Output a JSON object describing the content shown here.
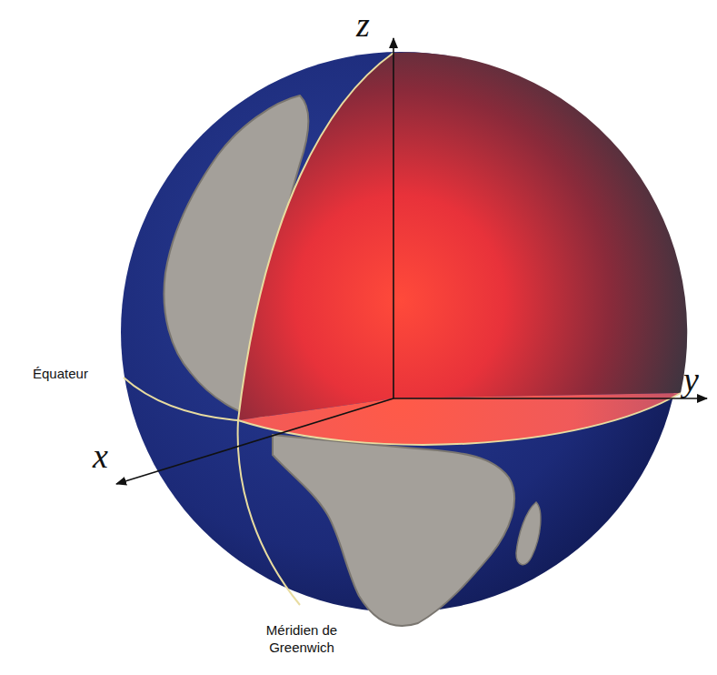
{
  "diagram": {
    "labels": [
      "z",
      "y",
      "x",
      "Équateur",
      "Méridien de Greenwich"
    ]
  }
}
